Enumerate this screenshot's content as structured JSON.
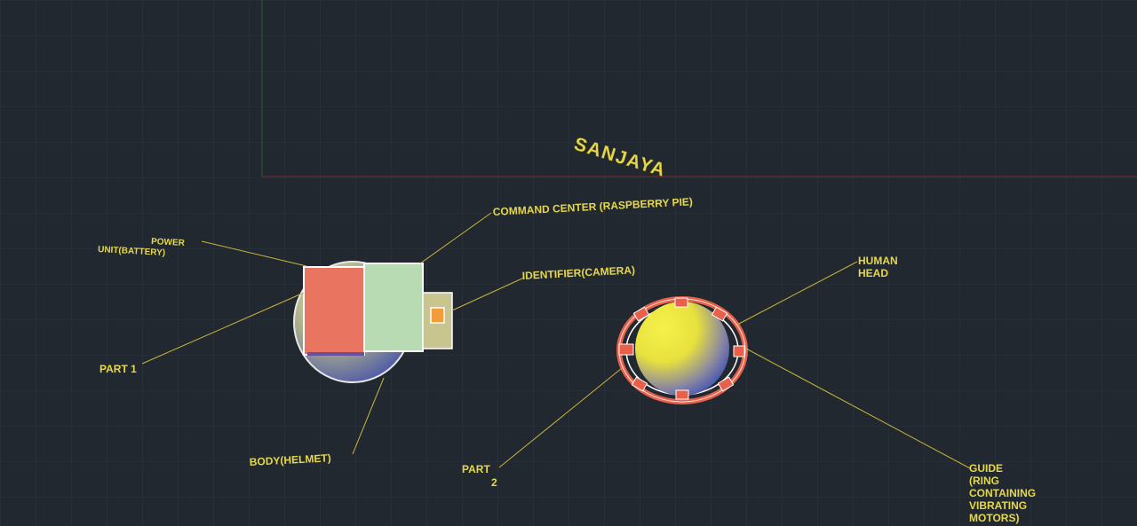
{
  "title": "SANJAYA",
  "colors": {
    "background": "#212830",
    "label_text": "#e6d84a",
    "leader_line": "#c9b43a",
    "grid": "#2c3540",
    "axis_x": "#7a2a2a",
    "axis_y": "#2d5a2d",
    "battery": "#e97560",
    "raspberry_pi": "#b8dbb3",
    "camera": "#c9c58e",
    "camera_lens": "#f39c3c",
    "guide_ring": "#e8604a",
    "head_sphere": "#f4f03a"
  },
  "part1": {
    "label": "PART 1",
    "components": {
      "power_unit": {
        "label_line1": "POWER",
        "label_line2": "UNIT(BATTERY)"
      },
      "command_center": {
        "label": "COMMAND CENTER (RASPBERRY PIE)"
      },
      "identifier": {
        "label": "IDENTIFIER(CAMERA)"
      },
      "body": {
        "label": "BODY(HELMET)"
      }
    }
  },
  "part2": {
    "label_line1": "PART",
    "label_line2": "2",
    "components": {
      "head": {
        "label_line1": "HUMAN",
        "label_line2": "HEAD"
      },
      "guide": {
        "label_lines": [
          "GUIDE",
          "(RING",
          "CONTAINING",
          "VIBRATING",
          "MOTORS)"
        ]
      }
    }
  }
}
